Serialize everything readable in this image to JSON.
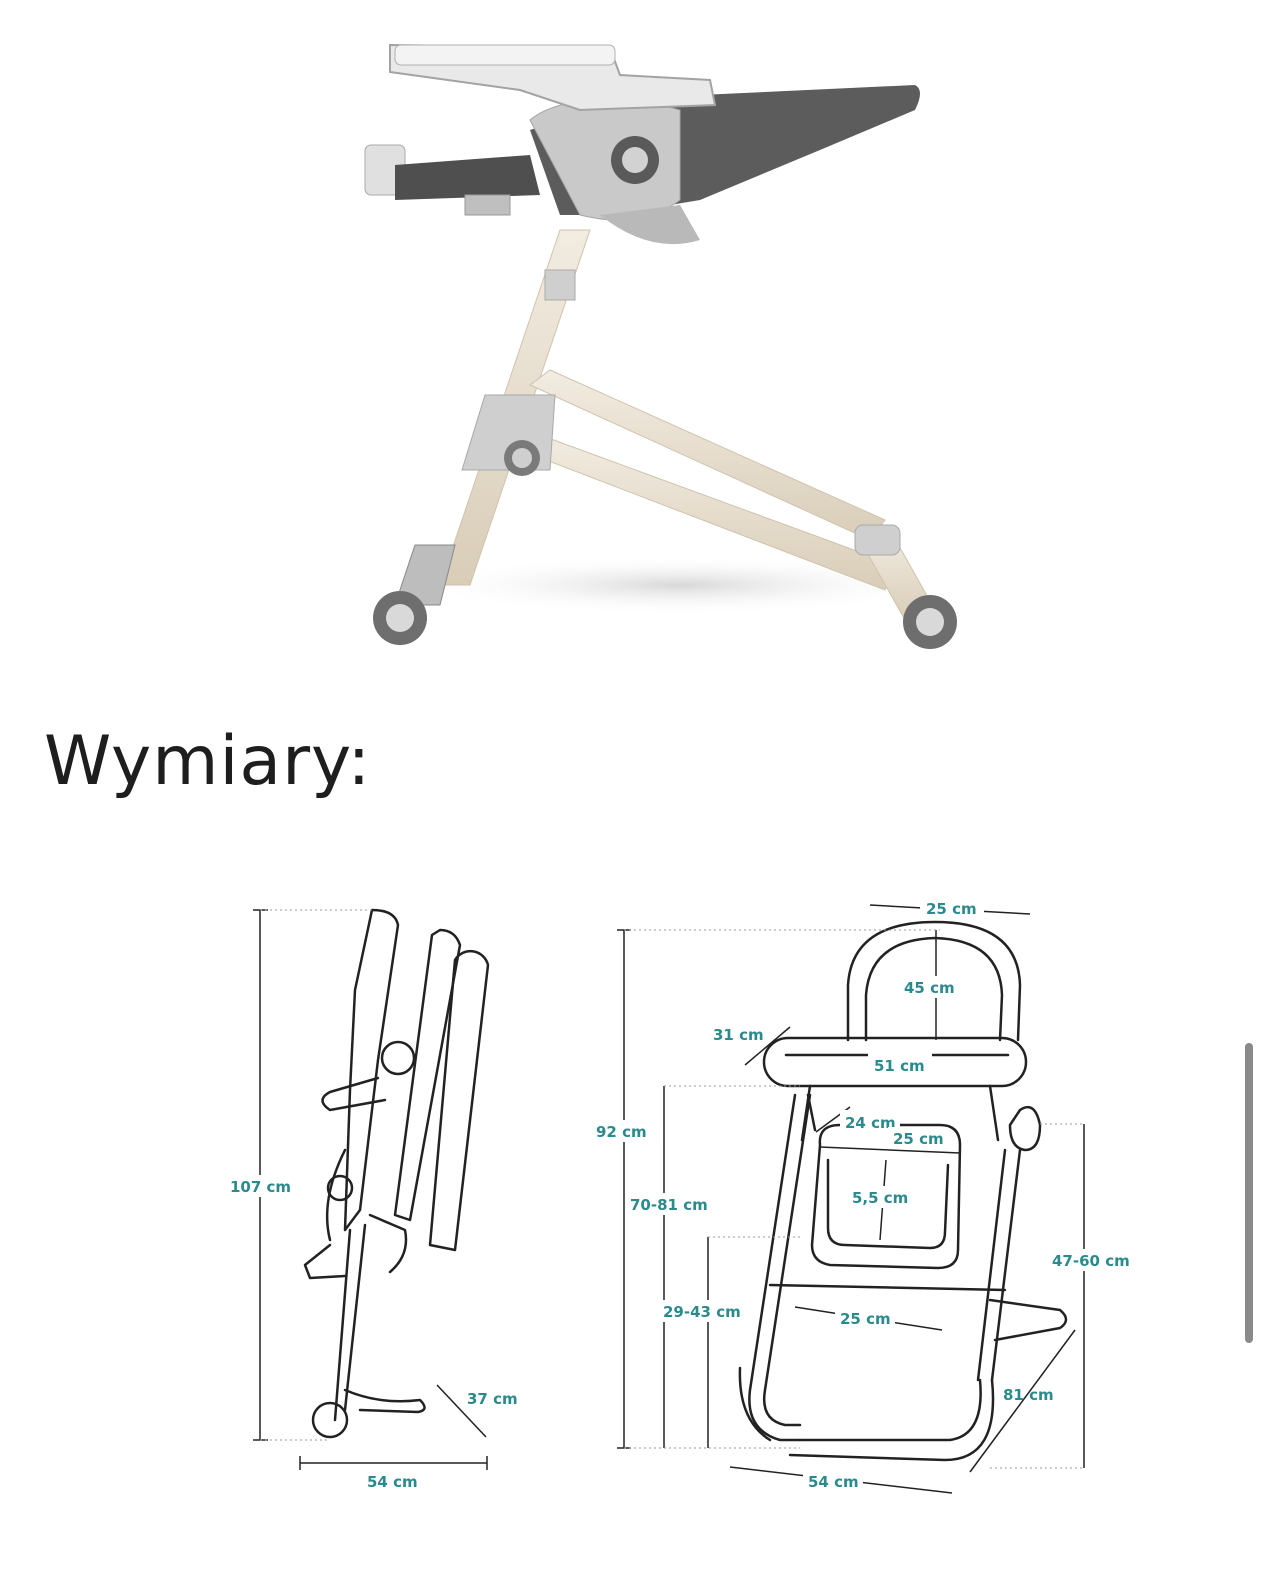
{
  "heading": "Wymiary:",
  "dimensions": {
    "side_height": "107 cm",
    "side_base": "54 cm",
    "side_foot": "37 cm",
    "tray_top": "25 cm",
    "backrest": "45 cm",
    "tray_depth": "31 cm",
    "tray_width": "51 cm",
    "seat_depth": "24 cm",
    "seat_width": "25 cm",
    "seat_cushion": "5,5 cm",
    "total_height": "92 cm",
    "seat_height": "70-81 cm",
    "footrest_height": "29-43 cm",
    "footrest_width": "25 cm",
    "armrest_height": "47-60 cm",
    "depth": "81 cm",
    "front_base": "54 cm"
  },
  "colors": {
    "dimension_text": "#2b8a8c",
    "frame_beige": "#e6dccb",
    "seat_dark": "#5e5e5e",
    "tray_light": "#e8e8e8"
  }
}
